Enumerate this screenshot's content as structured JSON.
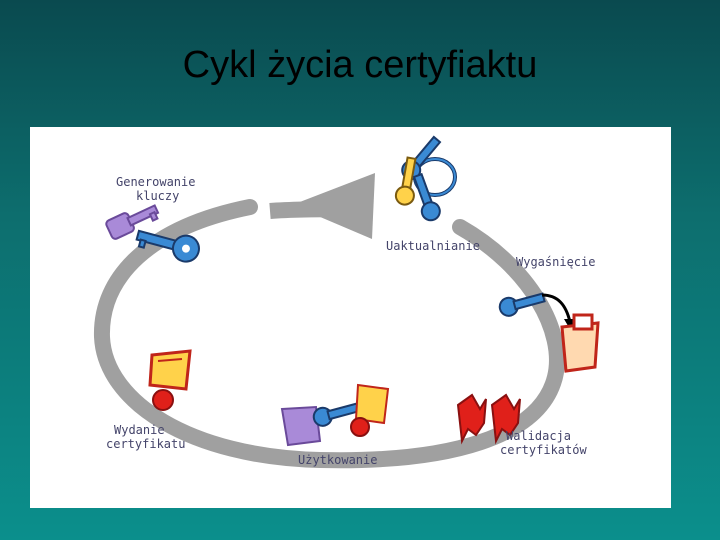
{
  "title": "Cykl życia certyfiaktu",
  "diagram": {
    "stages": [
      {
        "line1": "Generowanie",
        "line2": "kluczy"
      },
      {
        "line1": "Uaktualnianie",
        "line2": ""
      },
      {
        "line1": "Wygaśnięcie",
        "line2": ""
      },
      {
        "line1": "Walidacja",
        "line2": "certyfikatów"
      },
      {
        "line1": "Użytkowanie",
        "line2": ""
      },
      {
        "line1": "Wydanie",
        "line2": "certyfikatu"
      }
    ],
    "colors": {
      "cycle_arrow": "#a0a0a0",
      "key_blue": "#3a8ad4",
      "key_purple": "#a98ad8",
      "seal_red": "#e0201a",
      "certificate": "#ffd24a",
      "label": "#44446a"
    },
    "icons": [
      "key-pair-icon",
      "key-ring-icon",
      "expired-key-icon",
      "validation-seals-icon",
      "usage-icon",
      "issued-certificate-icon"
    ]
  }
}
